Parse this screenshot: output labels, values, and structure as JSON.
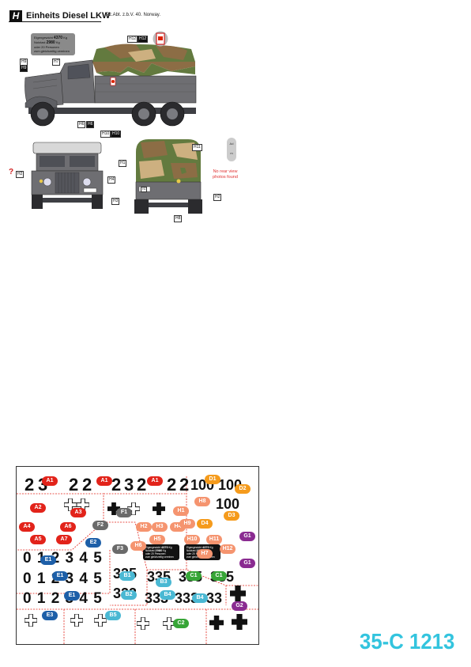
{
  "header": {
    "letter": "H",
    "title": "Einheits Diesel LKW",
    "unit": "Pz.Abt. z.b.V. 40. Norway."
  },
  "colors": {
    "grey": "#6e6e72",
    "green": "#637a3f",
    "brown": "#8c6d45",
    "tan": "#cdb080",
    "red": "#e2231a",
    "salmon": "#f5946f",
    "orange": "#f59b1c",
    "darkgrey": "#6a6a6a",
    "blue": "#1d5fa8",
    "cyan": "#4ab8d3",
    "green_badge": "#37a537",
    "purple": "#8a2b91",
    "code": "#33c4de"
  },
  "callouts": {
    "h9": "H9",
    "h9b": "H9",
    "h7": "H7",
    "h12a": "H12",
    "h12b": "H12",
    "h6a": "H6",
    "h6b": "H6",
    "h10a": "H10",
    "h10b": "H10",
    "h2a": "H2",
    "h4": "H4",
    "h3": "H3",
    "h1": "H1",
    "h11": "H11",
    "h2b": "H2",
    "h8": "H8"
  },
  "weight_plate": {
    "l1": "Eigengewicht",
    "v1": "4370",
    "u1": "Kg",
    "l2": "Nutzlast",
    "v2": "2980",
    "u2": "Kg",
    "l3": "oder 20 Personen",
    "l4": "zum gleichzeitig vereinen"
  },
  "question_mark": "?",
  "no_rear": "No rear view photos found",
  "rear_tag": "H1",
  "decal_sheet": {
    "badges": [
      {
        "t": "A1",
        "c": "red"
      },
      {
        "t": "A1",
        "c": "red"
      },
      {
        "t": "A1",
        "c": "red"
      },
      {
        "t": "D1",
        "c": "orange"
      },
      {
        "t": "D2",
        "c": "orange"
      },
      {
        "t": "A2",
        "c": "red"
      },
      {
        "t": "A3",
        "c": "red"
      },
      {
        "t": "F1",
        "c": "darkgrey"
      },
      {
        "t": "H1",
        "c": "salmon"
      },
      {
        "t": "H8",
        "c": "salmon"
      },
      {
        "t": "A4",
        "c": "red"
      },
      {
        "t": "A6",
        "c": "red"
      },
      {
        "t": "F2",
        "c": "darkgrey"
      },
      {
        "t": "H2",
        "c": "salmon"
      },
      {
        "t": "H3",
        "c": "salmon"
      },
      {
        "t": "H4",
        "c": "salmon"
      },
      {
        "t": "H9",
        "c": "salmon"
      },
      {
        "t": "D4",
        "c": "orange"
      },
      {
        "t": "D3",
        "c": "orange"
      },
      {
        "t": "A5",
        "c": "red"
      },
      {
        "t": "A7",
        "c": "red"
      },
      {
        "t": "E2",
        "c": "blue"
      },
      {
        "t": "H5",
        "c": "salmon"
      },
      {
        "t": "H10",
        "c": "salmon"
      },
      {
        "t": "H11",
        "c": "salmon"
      },
      {
        "t": "G1",
        "c": "purple"
      },
      {
        "t": "F3",
        "c": "darkgrey"
      },
      {
        "t": "H6",
        "c": "salmon"
      },
      {
        "t": "H7",
        "c": "salmon"
      },
      {
        "t": "H12",
        "c": "salmon"
      },
      {
        "t": "G1",
        "c": "purple"
      },
      {
        "t": "E1",
        "c": "blue"
      },
      {
        "t": "E1",
        "c": "blue"
      },
      {
        "t": "B1",
        "c": "cyan"
      },
      {
        "t": "C1",
        "c": "green_badge"
      },
      {
        "t": "C1",
        "c": "green_badge"
      },
      {
        "t": "E1",
        "c": "blue"
      },
      {
        "t": "B2",
        "c": "cyan"
      },
      {
        "t": "B3",
        "c": "cyan"
      },
      {
        "t": "B4",
        "c": "cyan"
      },
      {
        "t": "B4",
        "c": "cyan"
      },
      {
        "t": "E3",
        "c": "blue"
      },
      {
        "t": "B5",
        "c": "cyan"
      },
      {
        "t": "C2",
        "c": "green_badge"
      },
      {
        "t": "G2",
        "c": "purple"
      }
    ],
    "num_rows": {
      "top_a": "2",
      "top_b": "3",
      "top_c": "2",
      "top_d": "2",
      "top_e": "2",
      "row1": "0 1 2 3 4 5",
      "row2": "0 1 2 3 4 5",
      "row3": "0 1 2 3 4 5",
      "n100": "100",
      "n333": "333",
      "n33": "33",
      "n335": "335"
    }
  },
  "product_code": "35-C 1213"
}
